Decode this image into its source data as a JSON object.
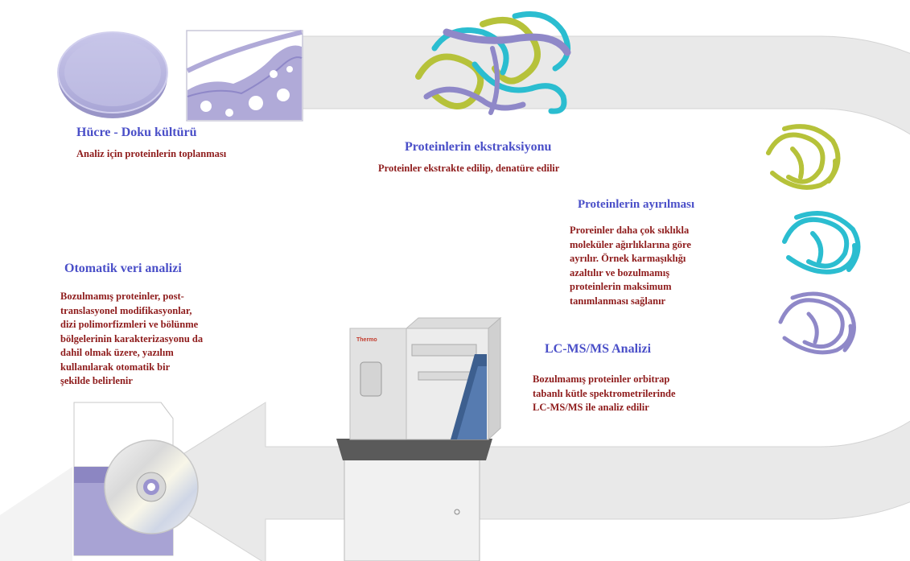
{
  "steps": {
    "culture": {
      "title": "Hücre - Doku kültürü",
      "desc": "Analiz için proteinlerin toplanması"
    },
    "extraction": {
      "title": "Proteinlerin ekstraksiyonu",
      "desc": "Proteinler ekstrakte edilip, denatüre edilir"
    },
    "separation": {
      "title": "Proteinlerin ayırılması",
      "desc_lines": [
        "Proreinler daha çok sıklıkla",
        "moleküler ağırlıklarına göre",
        "ayrılır. Örnek karmaşıklığı",
        "azaltılır ve bozulmamış",
        "proteinlerin maksimum",
        "tanımlanması sağlanır"
      ]
    },
    "lcms": {
      "title": "LC-MS/MS Analizi",
      "desc_lines": [
        "Bozulmamış proteinler orbitrap",
        "tabanlı kütle spektrometrilerinde",
        "LC-MS/MS ile analiz edilir"
      ]
    },
    "analysis": {
      "title": "Otomatik veri analizi",
      "desc_lines": [
        "Bozulmamış proteinler, post-",
        "translasyonel modifikasyonlar,",
        "dizi polimorfizmleri ve bölünme",
        "bölgelerinin karakterizasyonu da",
        "dahil olmak üzere, yazılım",
        "kullanılarak otomatik bir",
        "şekilde belirlenir"
      ]
    }
  },
  "instrument": {
    "brand": "Thermo"
  },
  "colors": {
    "title": "#4a4fc8",
    "desc": "#8e1b1b",
    "arrow": "#e9e9e9",
    "protein_lime": "#b6c23a",
    "protein_cyan": "#2bbdd0",
    "protein_lavender": "#8f88c8",
    "dish": "#b9b7df"
  }
}
